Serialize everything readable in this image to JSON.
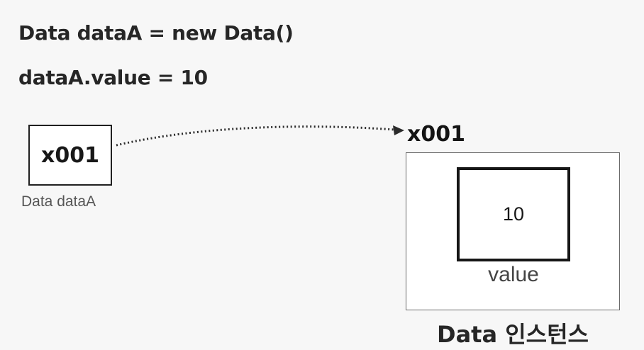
{
  "code": {
    "line1": "Data dataA = new Data()",
    "line2": "dataA.value = 10"
  },
  "variable": {
    "value": "x001",
    "label": "Data dataA"
  },
  "reference": {
    "address": "x001",
    "line_style": "dotted",
    "arrow_color": "#2b2b2b"
  },
  "instance": {
    "field_value": "10",
    "field_name": "value",
    "caption": "Data 인스턴스"
  }
}
